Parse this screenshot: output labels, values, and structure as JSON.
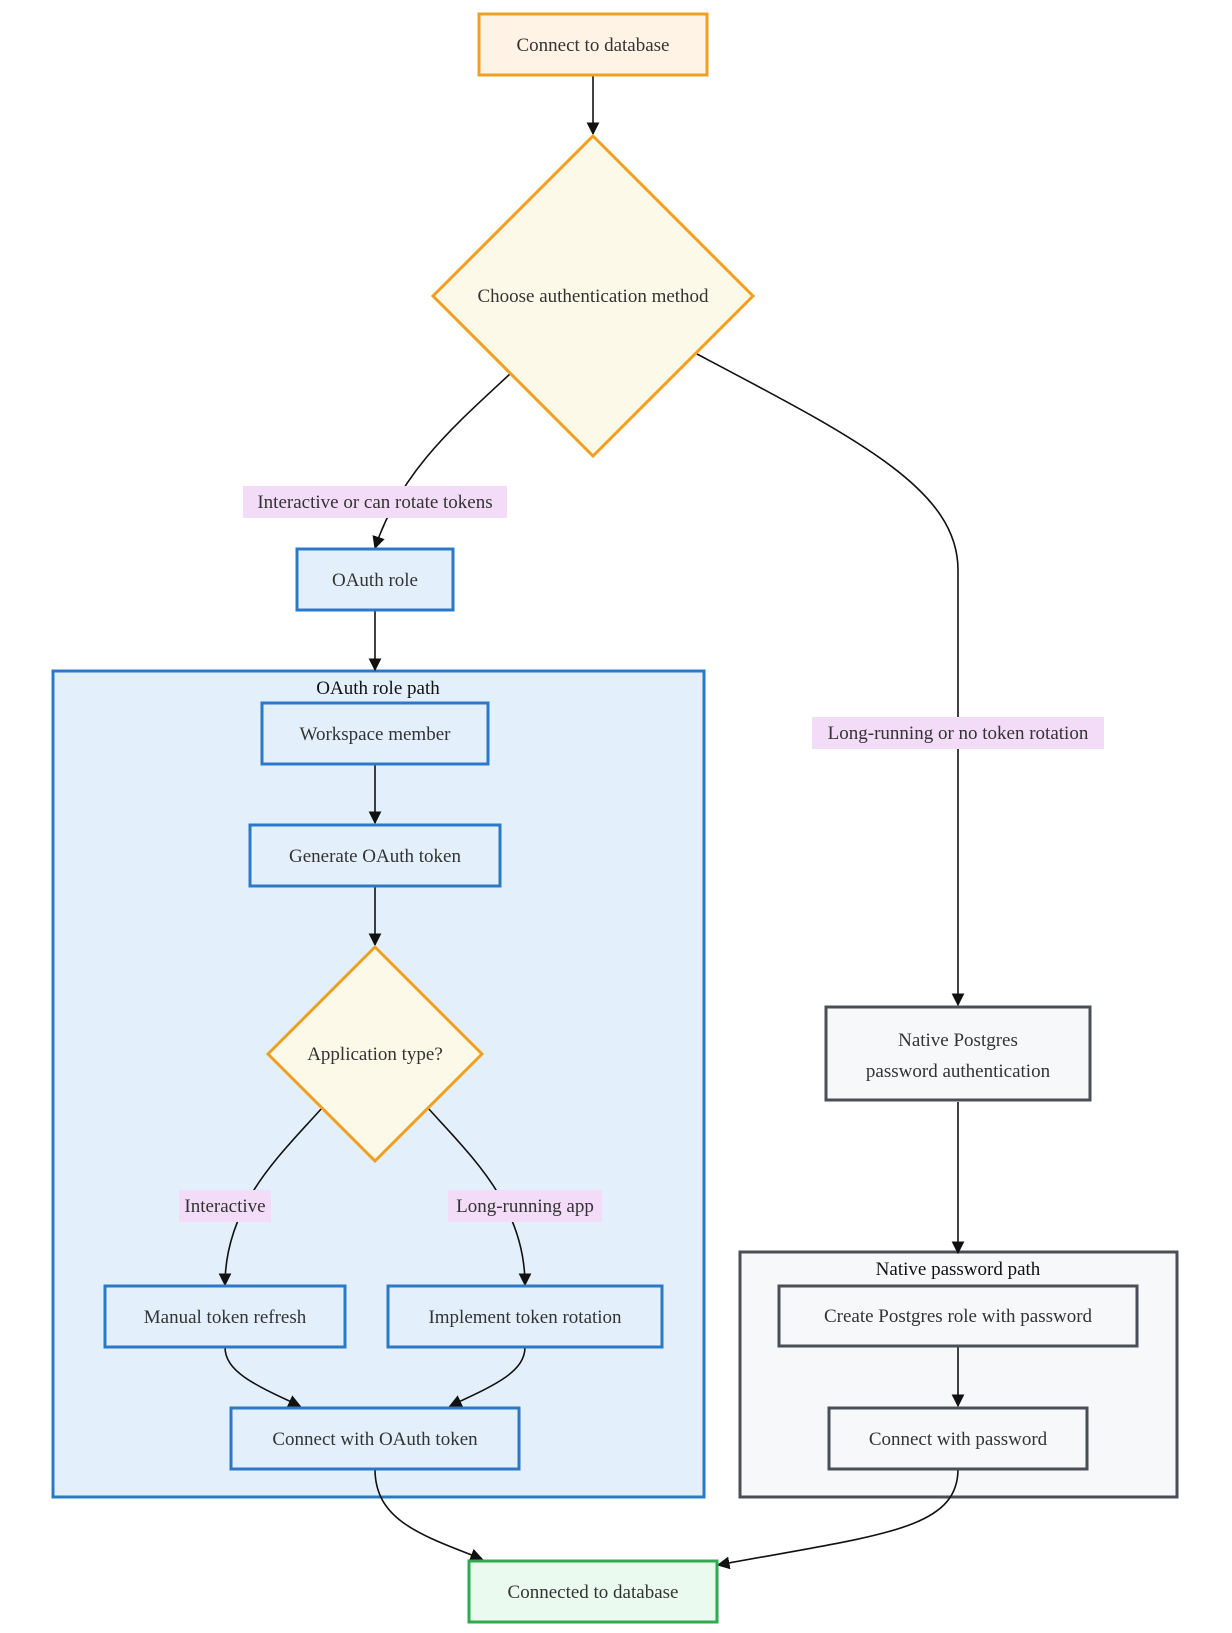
{
  "colors": {
    "orange_stroke": "#f0a020",
    "orange_fill": "#fff3e6",
    "decision_fill": "#fdf9e8",
    "blue_stroke": "#2b78c5",
    "blue_fill": "#e3f0fb",
    "gray_stroke": "#4a4f57",
    "gray_fill": "#f6f8fa",
    "green_stroke": "#2eaa52",
    "green_fill": "#eafaef",
    "label_bg": "#f3dcf7",
    "edge": "#111111"
  },
  "nodes": {
    "start": "Connect to database",
    "choose": "Choose authentication method",
    "oauth_role": "OAuth role",
    "workspace_member": "Workspace member",
    "generate_token": "Generate OAuth token",
    "app_type": "Application type?",
    "manual_refresh": "Manual token refresh",
    "token_rotation": "Implement token rotation",
    "connect_oauth": "Connect with OAuth token",
    "native_auth_line1": "Native Postgres",
    "native_auth_line2": "password authentication",
    "create_role": "Create Postgres role with password",
    "connect_password": "Connect with password",
    "connected": "Connected to database"
  },
  "edge_labels": {
    "interactive_rotate": "Interactive or can rotate tokens",
    "long_running_no_rotation": "Long-running or no token rotation",
    "interactive": "Interactive",
    "long_running_app": "Long-running app"
  },
  "clusters": {
    "oauth_path": "OAuth role path",
    "native_path": "Native password path"
  }
}
